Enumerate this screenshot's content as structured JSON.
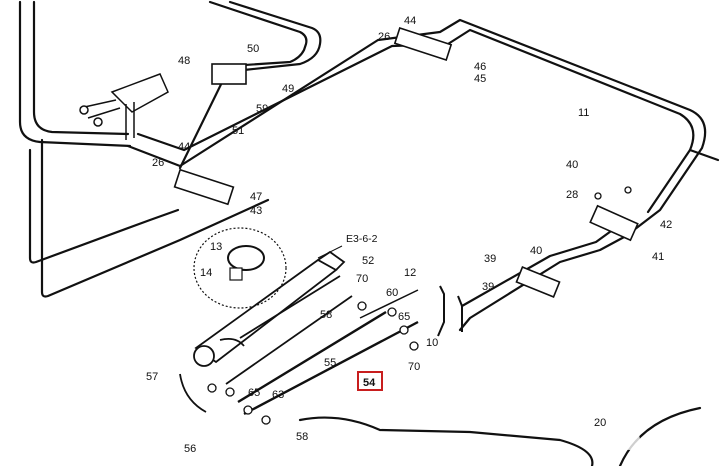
{
  "diagram": {
    "reference": "E3-6-2",
    "highlighted_part": "54",
    "callouts": [
      "50",
      "48",
      "49",
      "59",
      "51",
      "26",
      "44",
      "46",
      "45",
      "11",
      "26",
      "44",
      "47",
      "43",
      "40",
      "28",
      "42",
      "41",
      "39",
      "40",
      "39",
      "13",
      "14",
      "52",
      "58",
      "70",
      "12",
      "60",
      "65",
      "55",
      "57",
      "65",
      "63",
      "58",
      "56",
      "10",
      "70",
      "20"
    ],
    "watermark": "Avito"
  }
}
